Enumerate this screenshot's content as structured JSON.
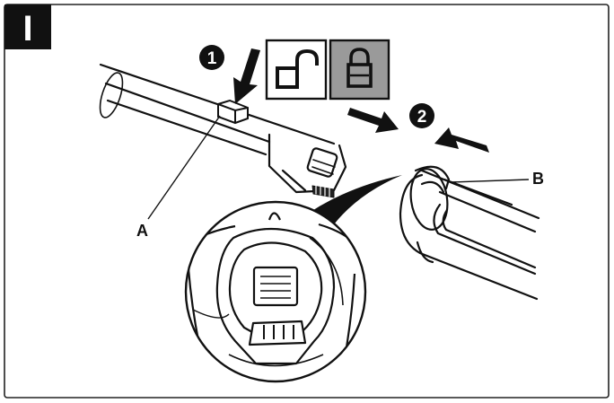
{
  "step": {
    "label": "I"
  },
  "steps": {
    "one": "1",
    "two": "2"
  },
  "icons": {
    "unlock": "unlock-icon",
    "lock": "lock-icon"
  },
  "labels": {
    "a": "A",
    "b": "B"
  },
  "colors": {
    "ink": "#111111",
    "lock_bg": "#9a9a9a",
    "frame": "#222222",
    "paper": "#ffffff"
  }
}
